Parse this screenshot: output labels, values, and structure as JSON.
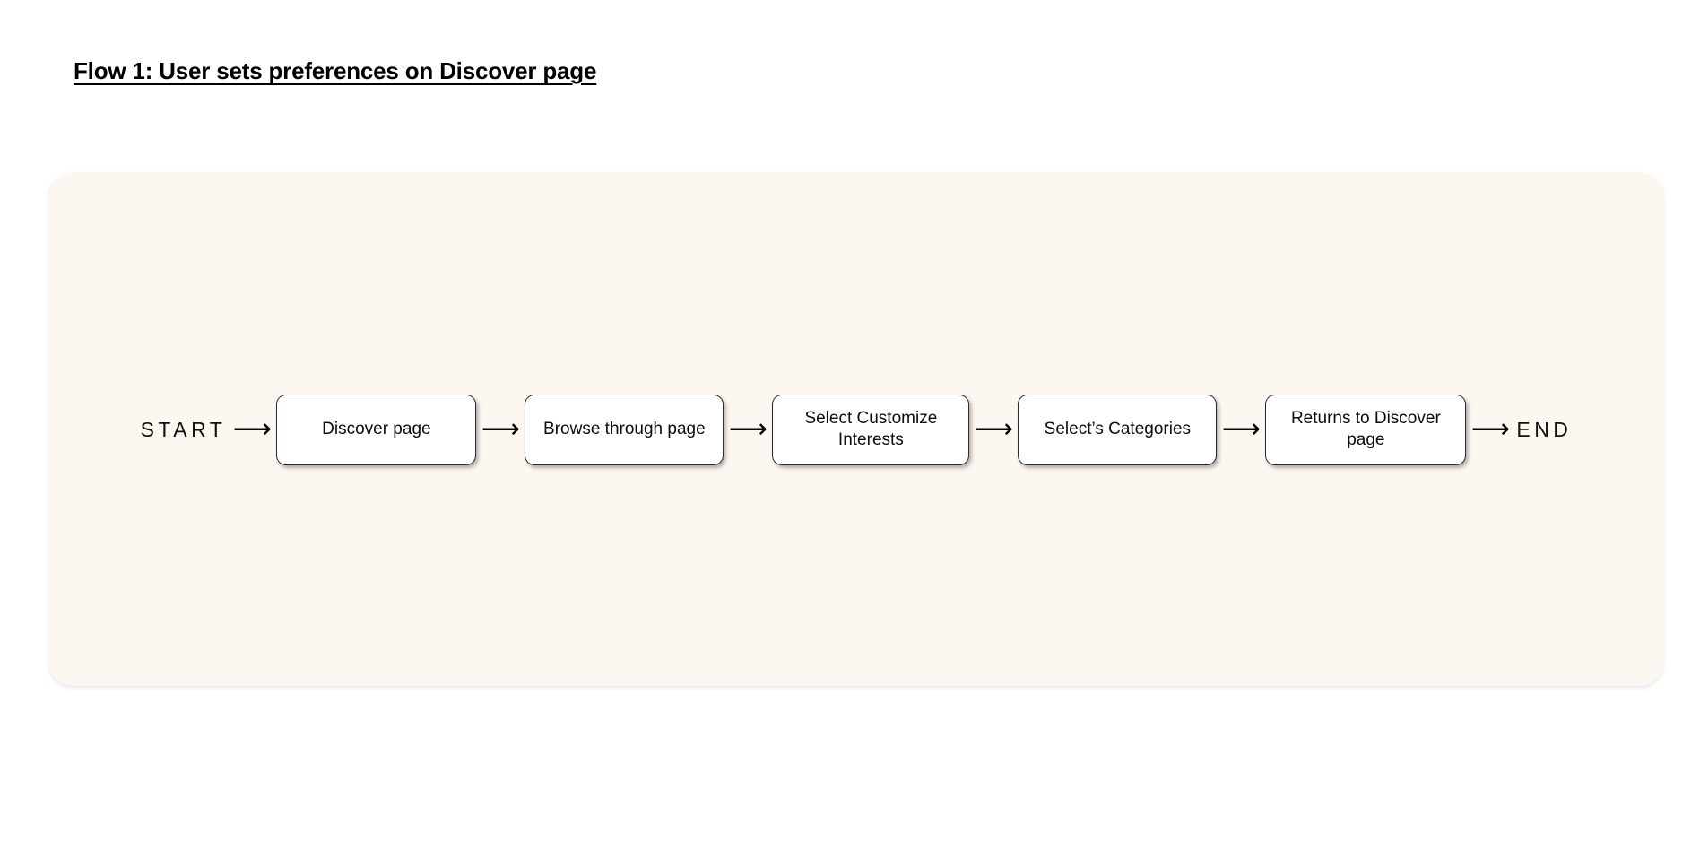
{
  "title": "Flow 1: User sets preferences on Discover page",
  "colors": {
    "panel_background": "#FDF7F2",
    "node_background": "#FFFFFF",
    "node_border": "#2A2A2A",
    "text": "#000000",
    "page_background": "#FFFFFF"
  },
  "diagram": {
    "type": "flowchart",
    "direction": "left-to-right",
    "start_label": "START",
    "end_label": "END",
    "arrow_glyph": "⟶",
    "nodes": [
      {
        "label": "Discover page",
        "lines": [
          "Discover page"
        ]
      },
      {
        "label": "Browse through page",
        "lines": [
          "Browse through page"
        ]
      },
      {
        "label": "Select Customize Interests",
        "lines": [
          "Select Customize",
          "Interests"
        ]
      },
      {
        "label": "Select’s Categories",
        "lines": [
          "Select’s Categories"
        ]
      },
      {
        "label": "Returns to Discover page",
        "lines": [
          "Returns to Discover",
          "page"
        ]
      }
    ],
    "edges": [
      {
        "from": "START",
        "to": "Discover page"
      },
      {
        "from": "Discover page",
        "to": "Browse through page"
      },
      {
        "from": "Browse through page",
        "to": "Select Customize Interests"
      },
      {
        "from": "Select Customize Interests",
        "to": "Select’s Categories"
      },
      {
        "from": "Select’s Categories",
        "to": "Returns to Discover page"
      },
      {
        "from": "Returns to Discover page",
        "to": "END"
      }
    ]
  }
}
